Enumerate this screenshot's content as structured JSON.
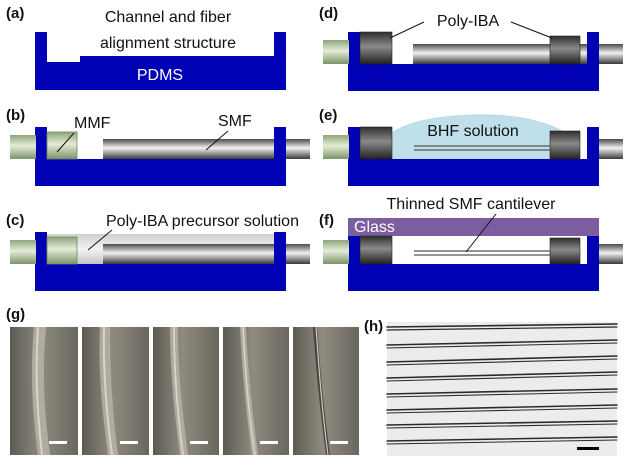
{
  "panels": {
    "a": {
      "label": "(a)",
      "title_line1": "Channel and fiber",
      "title_line2": "alignment structure",
      "substrate": "PDMS"
    },
    "b": {
      "label": "(b)",
      "mmf": "MMF",
      "smf": "SMF"
    },
    "c": {
      "label": "(c)",
      "precursor": "Poly-IBA precursor solution"
    },
    "d": {
      "label": "(d)",
      "poly": "Poly-IBA"
    },
    "e": {
      "label": "(e)",
      "bhf": "BHF solution"
    },
    "f": {
      "label": "(f)",
      "cantilever": "Thinned SMF cantilever",
      "glass": "Glass"
    },
    "g": {
      "label": "(g)"
    },
    "h": {
      "label": "(h)"
    }
  },
  "colors": {
    "pdms": "#0000b4",
    "glass": "#7b5ea0",
    "mmf": "#bfd0a8",
    "polyiba": "#4a4a4a",
    "bhf": "#bfe0ea"
  }
}
